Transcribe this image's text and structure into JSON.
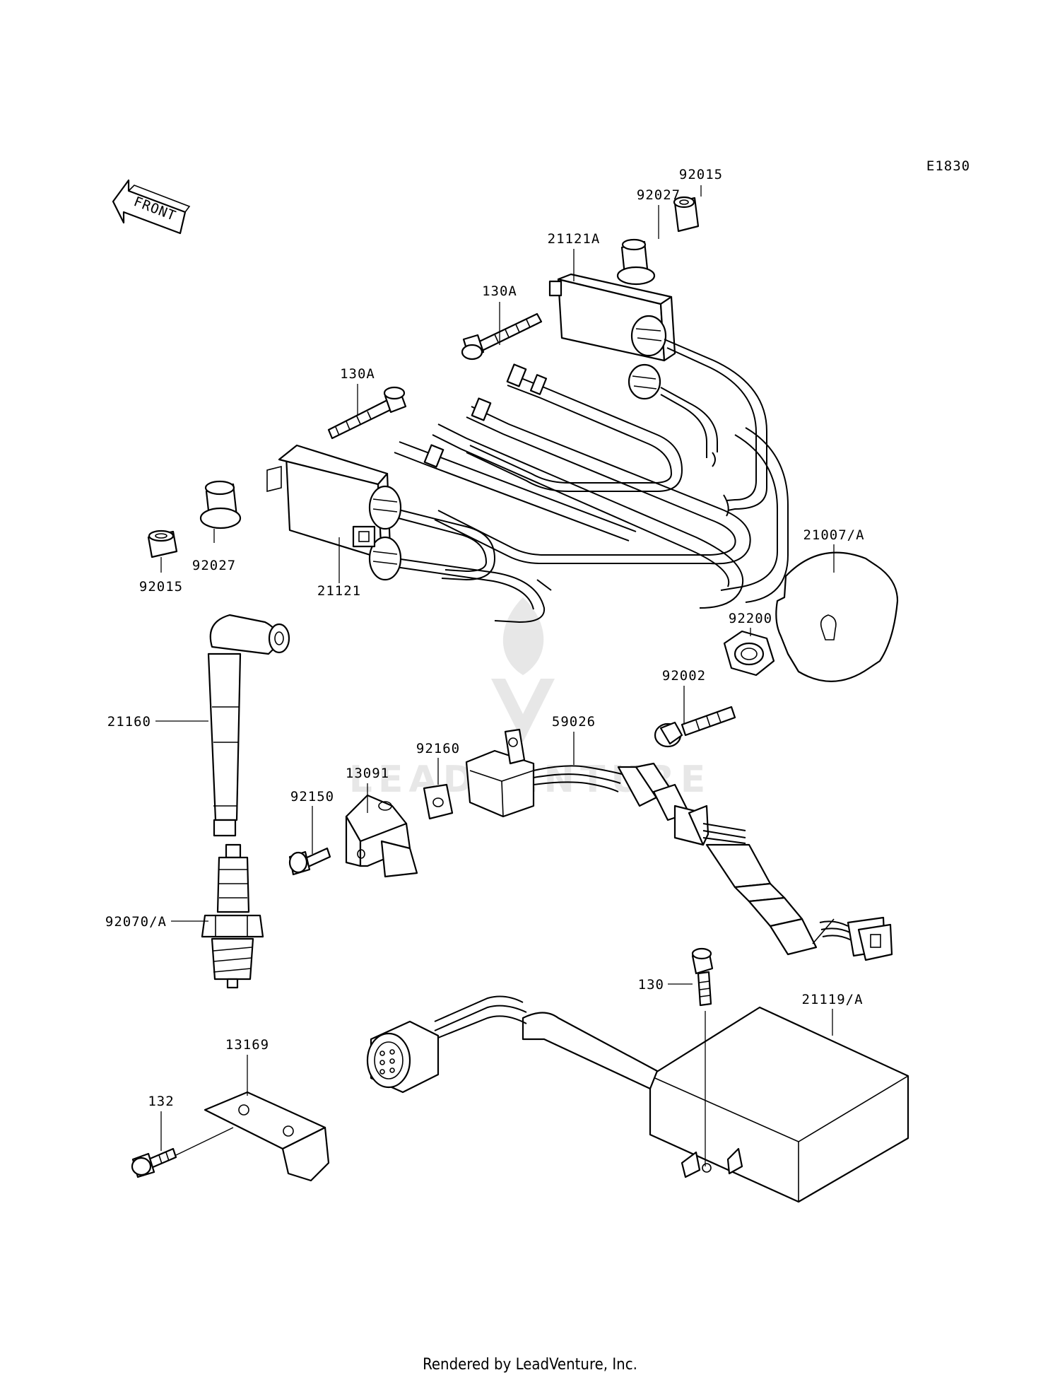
{
  "diagram": {
    "code": "E1830",
    "front_arrow_label": "FRONT",
    "watermark": "LEADVENTURE",
    "footer": "Rendered by LeadVenture, Inc."
  },
  "parts": [
    {
      "id": "p92015_top",
      "label": "92015"
    },
    {
      "id": "p92027_top",
      "label": "92027"
    },
    {
      "id": "p21121A",
      "label": "21121A"
    },
    {
      "id": "p130A_top",
      "label": "130A"
    },
    {
      "id": "p130A_left",
      "label": "130A"
    },
    {
      "id": "p92027_left",
      "label": "92027"
    },
    {
      "id": "p92015_left",
      "label": "92015"
    },
    {
      "id": "p21121",
      "label": "21121"
    },
    {
      "id": "p21007A",
      "label": "21007/A"
    },
    {
      "id": "p92200",
      "label": "92200"
    },
    {
      "id": "p92002",
      "label": "92002"
    },
    {
      "id": "p21160",
      "label": "21160"
    },
    {
      "id": "p59026",
      "label": "59026"
    },
    {
      "id": "p92160",
      "label": "92160"
    },
    {
      "id": "p13091",
      "label": "13091"
    },
    {
      "id": "p92150",
      "label": "92150"
    },
    {
      "id": "p92070A",
      "label": "92070/A"
    },
    {
      "id": "p130",
      "label": "130"
    },
    {
      "id": "p21119A",
      "label": "21119/A"
    },
    {
      "id": "p13169",
      "label": "13169"
    },
    {
      "id": "p132",
      "label": "132"
    }
  ]
}
